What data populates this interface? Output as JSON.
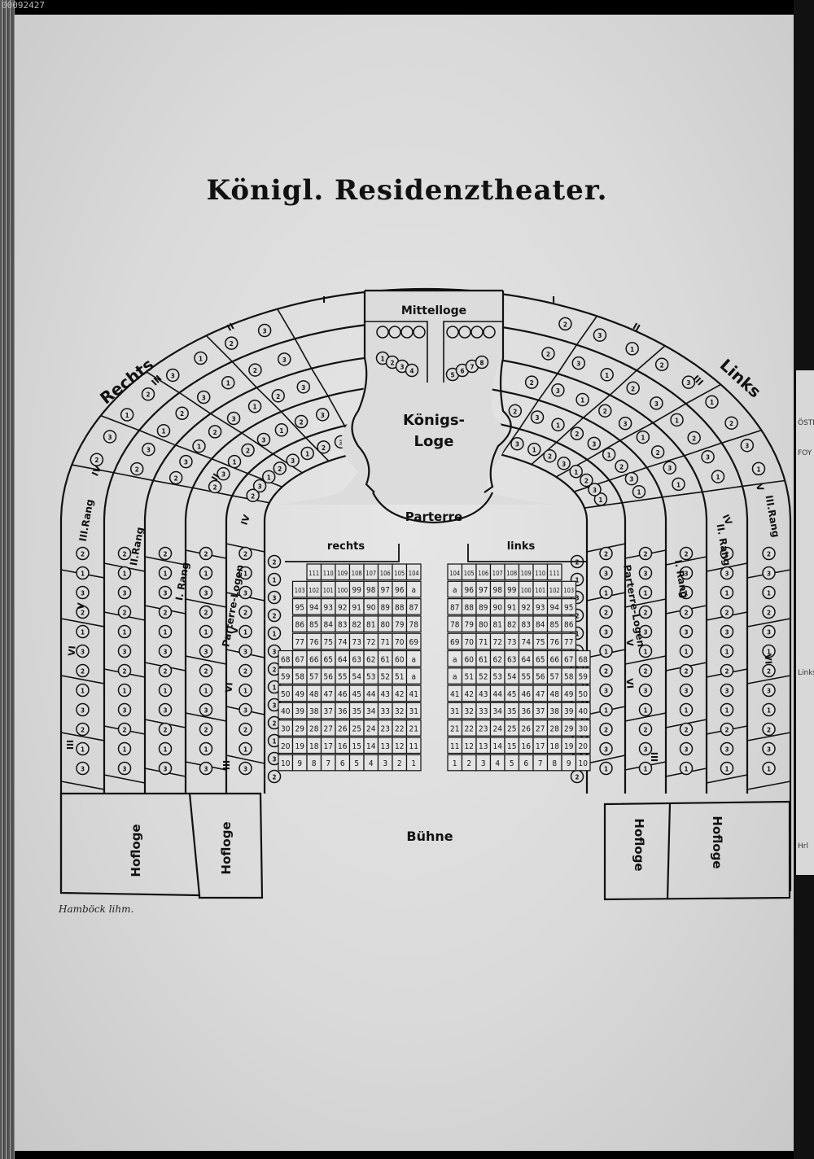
{
  "catalog_number": "00092427",
  "title": "Königl. Residenztheater.",
  "labels": {
    "mittelloge": "Mittelloge",
    "koenigsloge_line1": "Königs-",
    "koenigsloge_line2": "Loge",
    "parterre": "Parterre",
    "rechts_small": "rechts",
    "links_small": "links",
    "rechts_big": "Rechts",
    "links_big": "Links",
    "buehne": "Bühne",
    "hofloge": "Hofloge",
    "rang_1_left": "I. Rang",
    "rang_2_left": "II.Rang",
    "rang_3_left": "III.Rang",
    "parterre_logen_left": "Parterre-Logen",
    "rang_1_right": "I. Rang",
    "rang_2_right": "II. Rang",
    "rang_3_right": "III.Rang",
    "parterre_logen_right": "Parterre-Logen",
    "roman_I": "I",
    "roman_II": "II",
    "roman_III": "III",
    "roman_IV": "IV",
    "roman_V": "V",
    "roman_VI": "VI"
  },
  "signature": "Hamböck lihm.",
  "right_page_fragments": [
    "ÖSTLIC",
    "FOY",
    "Links",
    "Hrl"
  ],
  "mittelloge_seats_left": [
    "1",
    "2",
    "3",
    "4"
  ],
  "mittelloge_seats_right": [
    "5",
    "6",
    "7",
    "8"
  ],
  "parterre_rows_left": [
    [
      "111",
      "110",
      "109",
      "108",
      "107",
      "106",
      "105",
      "104"
    ],
    [
      "103",
      "102",
      "101",
      "100",
      "99",
      "98",
      "97",
      "96",
      "a"
    ],
    [
      "95",
      "94",
      "93",
      "92",
      "91",
      "90",
      "89",
      "88",
      "87"
    ],
    [
      "86",
      "85",
      "84",
      "83",
      "82",
      "81",
      "80",
      "79",
      "78"
    ],
    [
      "77",
      "76",
      "75",
      "74",
      "73",
      "72",
      "71",
      "70",
      "69"
    ],
    [
      "68",
      "67",
      "66",
      "65",
      "64",
      "63",
      "62",
      "61",
      "60",
      "a"
    ],
    [
      "59",
      "58",
      "57",
      "56",
      "55",
      "54",
      "53",
      "52",
      "51",
      "a"
    ],
    [
      "50",
      "49",
      "48",
      "47",
      "46",
      "45",
      "44",
      "43",
      "42",
      "41"
    ],
    [
      "40",
      "39",
      "38",
      "37",
      "36",
      "35",
      "34",
      "33",
      "32",
      "31"
    ],
    [
      "30",
      "29",
      "28",
      "27",
      "26",
      "25",
      "24",
      "23",
      "22",
      "21"
    ],
    [
      "20",
      "19",
      "18",
      "17",
      "16",
      "15",
      "14",
      "13",
      "12",
      "11"
    ],
    [
      "10",
      "9",
      "8",
      "7",
      "6",
      "5",
      "4",
      "3",
      "2",
      "1"
    ]
  ],
  "parterre_rows_right": [
    [
      "104",
      "105",
      "106",
      "107",
      "108",
      "109",
      "110",
      "111"
    ],
    [
      "a",
      "96",
      "97",
      "98",
      "99",
      "100",
      "101",
      "102",
      "103"
    ],
    [
      "87",
      "88",
      "89",
      "90",
      "91",
      "92",
      "93",
      "94",
      "95"
    ],
    [
      "78",
      "79",
      "80",
      "81",
      "82",
      "83",
      "84",
      "85",
      "86"
    ],
    [
      "69",
      "70",
      "71",
      "72",
      "73",
      "74",
      "75",
      "76",
      "77"
    ],
    [
      "a",
      "60",
      "61",
      "62",
      "63",
      "64",
      "65",
      "66",
      "67",
      "68"
    ],
    [
      "a",
      "51",
      "52",
      "53",
      "54",
      "55",
      "56",
      "57",
      "58",
      "59"
    ],
    [
      "41",
      "42",
      "43",
      "44",
      "45",
      "46",
      "47",
      "48",
      "49",
      "50"
    ],
    [
      "31",
      "32",
      "33",
      "34",
      "35",
      "36",
      "37",
      "38",
      "39",
      "40"
    ],
    [
      "21",
      "22",
      "23",
      "24",
      "25",
      "26",
      "27",
      "28",
      "29",
      "30"
    ],
    [
      "11",
      "12",
      "13",
      "14",
      "15",
      "16",
      "17",
      "18",
      "19",
      "20"
    ],
    [
      "1",
      "2",
      "3",
      "4",
      "5",
      "6",
      "7",
      "8",
      "9",
      "10"
    ]
  ],
  "box_seat_numbers": [
    "1",
    "2",
    "3"
  ],
  "box_circle_numbers": [
    "3",
    "2",
    "1"
  ],
  "colors": {
    "ink": "#111111",
    "paper": "#dcdcdc",
    "background": "#000000"
  }
}
